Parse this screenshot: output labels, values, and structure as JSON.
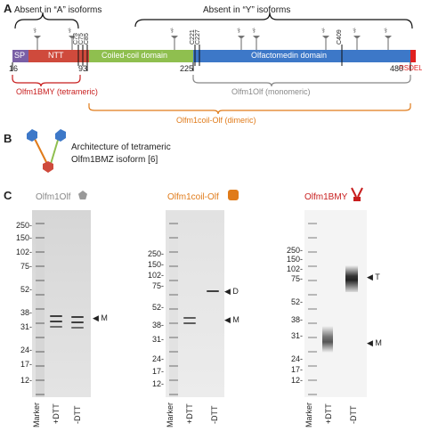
{
  "panels": {
    "a": "A",
    "b": "B",
    "c": "C"
  },
  "panel_a": {
    "absent_a": "Absent in “A” isoforms",
    "absent_y": "Absent in “Y” isoforms",
    "domains": {
      "sp": "SP",
      "ntt": "NTT",
      "coiled": "Coiled-coil domain",
      "olfacto": "Olfactomedin domain",
      "rsdel": "RSDEL"
    },
    "residues": {
      "r16": "16",
      "r93": "93",
      "r225": "225",
      "r480": "480"
    },
    "cys": {
      "c73": "C73",
      "c75": "C75",
      "c85": "C85",
      "c221": "C221",
      "c227": "C227",
      "c409": "C409"
    },
    "glyco": "⚕",
    "forms": {
      "bmy": "Olfm1BMY (tetrameric)",
      "olf": "Olfm1Olf (monomeric)",
      "coilolf": "Olfm1coil-Olf (dimeric)"
    },
    "colors": {
      "sp": "#7a5fa6",
      "ntt": "#cf4a3c",
      "coiled": "#8fbf4f",
      "olfacto": "#3d78c8",
      "rsdel": "#e02020",
      "bmy": "#c81e1e",
      "olf": "#888888",
      "coilolf": "#e07b1a"
    }
  },
  "panel_b": {
    "line1": "Architecture of tetrameric",
    "line2": "Olfm1BMZ isoform [6]"
  },
  "panel_c": {
    "gel1_title": "Olfm1Olf",
    "gel2_title": "Olfm1coil-Olf",
    "gel3_title": "Olfm1BMY",
    "markers1": [
      "250-",
      "150-",
      "102-",
      "75-",
      "52-",
      "38-",
      "31-",
      "24-",
      "17-",
      "12-"
    ],
    "markers2": [
      "250-",
      "150-",
      "102-",
      "75-",
      "52-",
      "38-",
      "31-",
      "24-",
      "17-",
      "12-"
    ],
    "markers3": [
      "250-",
      "150-",
      "102-",
      "75-",
      "52-",
      "38-",
      "31-",
      "24-",
      "17-",
      "12-"
    ],
    "lanes": [
      "Marker",
      "+DTT",
      "-DTT"
    ],
    "band_labels": {
      "m": "M",
      "d": "D",
      "t": "T"
    }
  }
}
